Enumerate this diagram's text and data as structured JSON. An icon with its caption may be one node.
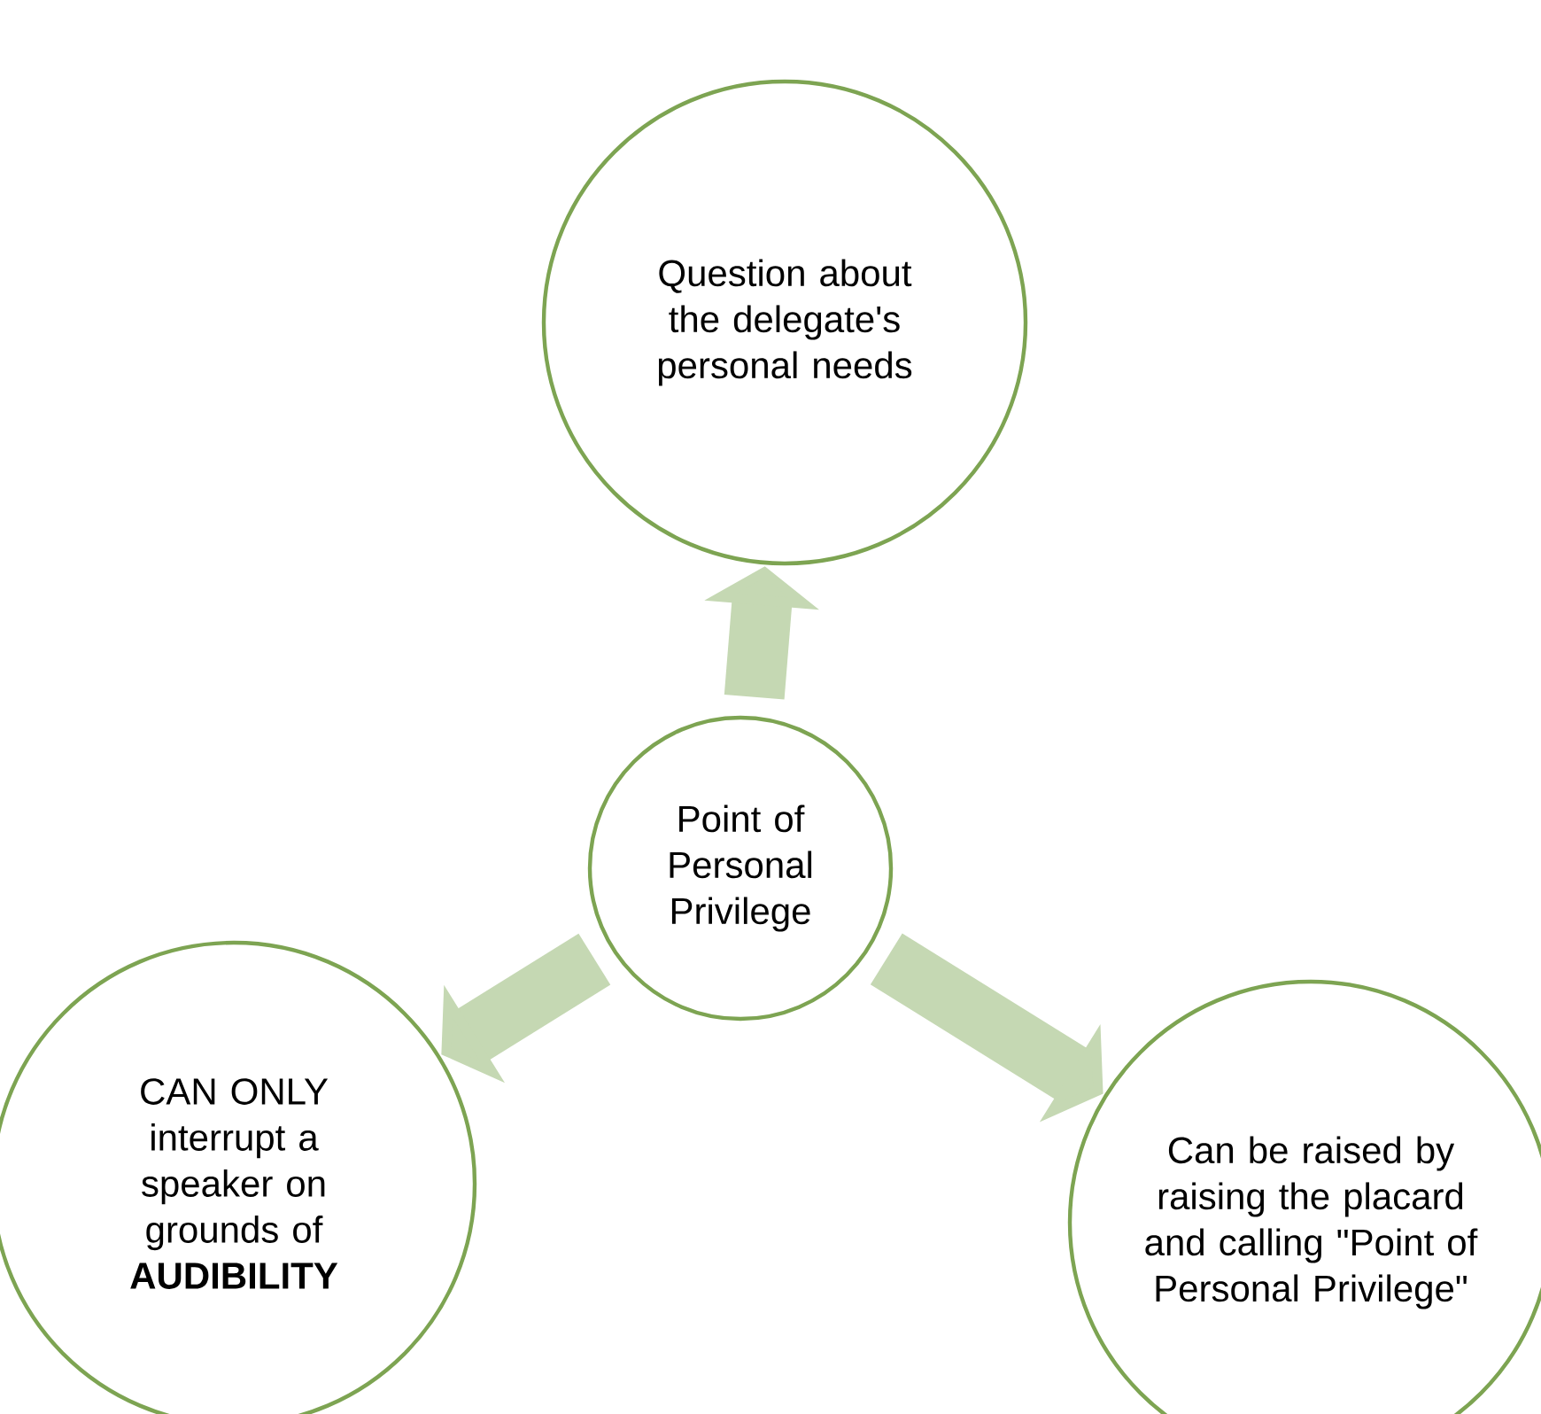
{
  "diagram": {
    "nodes": [
      {
        "text": [
          "Question about the delegate's personal needs"
        ]
      },
      {
        "text": [
          "Point of Personal Privilege"
        ]
      },
      {
        "text": [
          "CAN ONLY interrupt a speaker on grounds of **AUDIBILITY**"
        ]
      },
      {
        "text": [
          "Can be raised by raising the placard and calling \"Point of Personal Privilege\""
        ]
      }
    ],
    "edges": [
      {
        "from": 1,
        "to": 0,
        "arrow": "to"
      },
      {
        "from": 1,
        "to": 2,
        "arrow": "to"
      },
      {
        "from": 1,
        "to": 3,
        "arrow": "to"
      }
    ]
  }
}
